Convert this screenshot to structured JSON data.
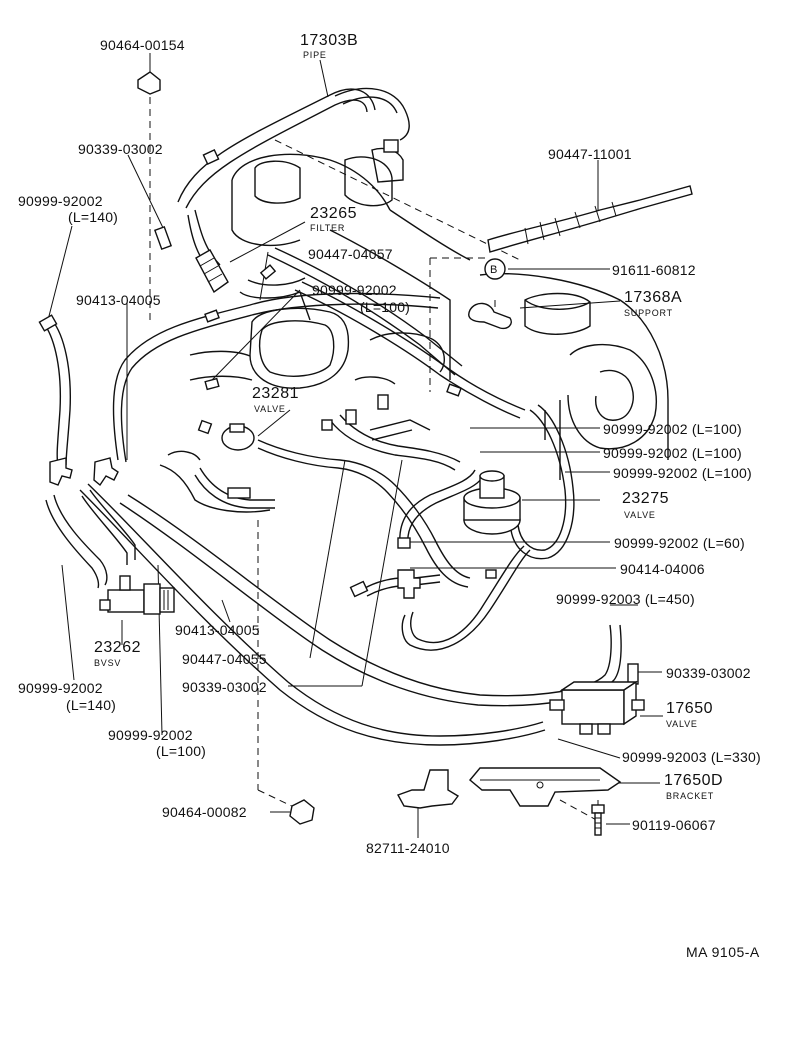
{
  "labels": {
    "p90464_00154": "90464-00154",
    "p17303b": "17303B",
    "p17303b_sub": "PIPE",
    "p90339_03002_top": "90339-03002",
    "p90447_11001": "90447-11001",
    "p90999_92002_l140_a": "90999-92002",
    "p90999_92002_l140_a_len": "(L=140)",
    "p23265": "23265",
    "p23265_sub": "FILTER",
    "p90447_04057": "90447-04057",
    "p91611_60812": "91611-60812",
    "p90413_04005_top": "90413-04005",
    "p90999_92002_l100_a": "90999-92002",
    "p90999_92002_l100_a_len": "(L=100)",
    "p17368a": "17368A",
    "p17368a_sub": "SUPPORT",
    "p23281": "23281",
    "p23281_sub": "VALVE",
    "p90999_92002_l100_r1": "90999-92002 (L=100)",
    "p90999_92002_l100_r2": "90999-92002 (L=100)",
    "p90999_92002_l100_r3": "90999-92002 (L=100)",
    "p23275": "23275",
    "p23275_sub": "VALVE",
    "p90999_92002_l60": "90999-92002 (L=60)",
    "p90414_04006": "90414-04006",
    "p90999_92003_l450": "90999-92003 (L=450)",
    "p90413_04005_bot": "90413-04005",
    "p23262": "23262",
    "p23262_sub": "BVSV",
    "p90447_04055": "90447-04055",
    "p90339_03002_right": "90339-03002",
    "p90339_03002_mid": "90339-03002",
    "p90999_92002_l140_b": "90999-92002",
    "p90999_92002_l140_b_len": "(L=140)",
    "p17650": "17650",
    "p17650_sub": "VALVE",
    "p90999_92002_l100_b": "90999-92002",
    "p90999_92002_l100_b_len": "(L=100)",
    "p90999_92003_l330": "90999-92003 (L=330)",
    "p17650d": "17650D",
    "p17650d_sub": "BRACKET",
    "p90464_00082": "90464-00082",
    "p90119_06067": "90119-06067",
    "p82711_24010": "82711-24010",
    "callout_b": "B",
    "footer": "MA 9105-A"
  }
}
